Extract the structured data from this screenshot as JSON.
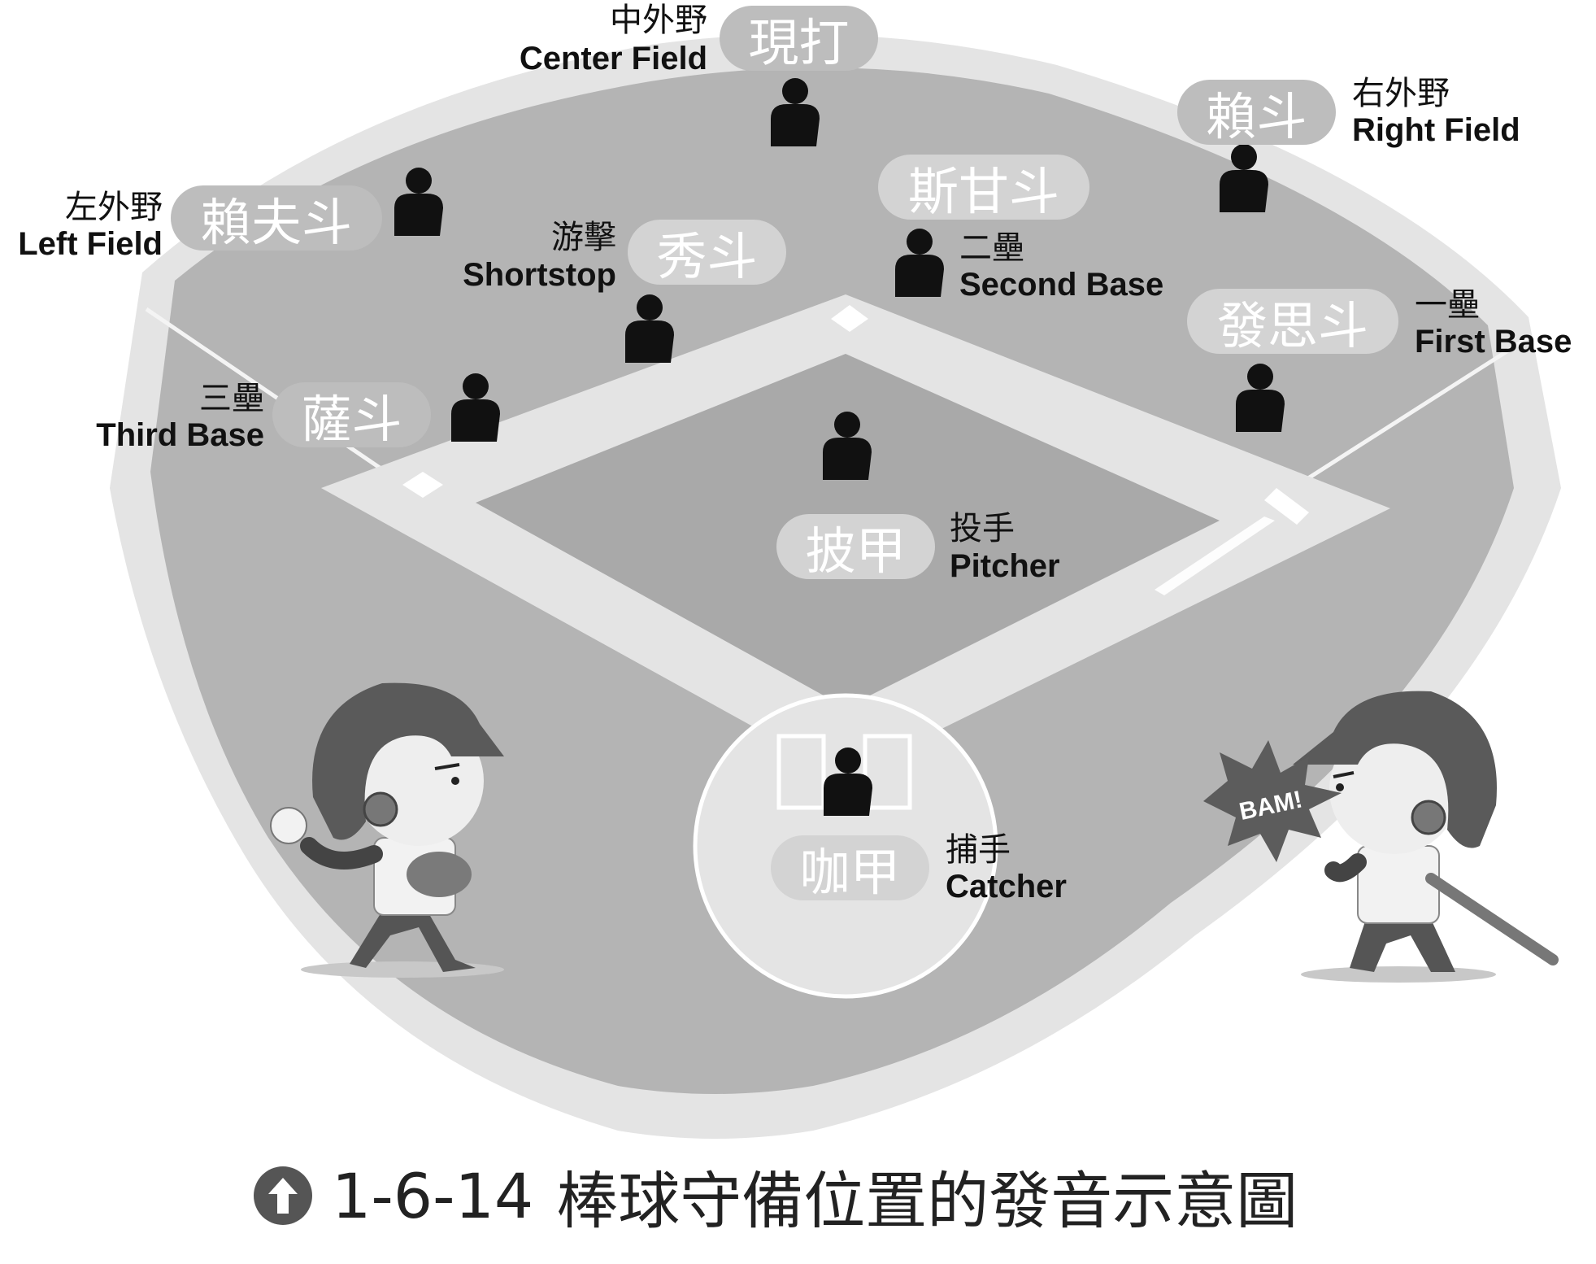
{
  "positions": {
    "center_field": {
      "cn": "中外野",
      "en": "Center Field",
      "pron": "現打"
    },
    "right_field": {
      "cn": "右外野",
      "en": "Right Field",
      "pron": "賴斗"
    },
    "left_field": {
      "cn": "左外野",
      "en": "Left Field",
      "pron": "賴夫斗"
    },
    "shortstop": {
      "cn": "游擊",
      "en": "Shortstop",
      "pron": "秀斗"
    },
    "second_base": {
      "cn": "二壘",
      "en": "Second Base",
      "pron": "斯甘斗"
    },
    "first_base": {
      "cn": "一壘",
      "en": "First Base",
      "pron": "發思斗"
    },
    "third_base": {
      "cn": "三壘",
      "en": "Third Base",
      "pron": "薩斗"
    },
    "pitcher": {
      "cn": "投手",
      "en": "Pitcher",
      "pron": "披甲"
    },
    "catcher": {
      "cn": "捕手",
      "en": "Catcher",
      "pron": "咖甲"
    }
  },
  "burst_text": "BAM!",
  "caption": {
    "icon": "up-arrow-circle-icon",
    "number": "1-6-14",
    "text": "棒球守備位置的發音示意圖"
  },
  "colors": {
    "field": "#b4b4b4",
    "infield": "#a9a9a9",
    "baseline": "#e4e4e4",
    "warning_track": "#e4e4e4",
    "pill": "#bdbdbd",
    "player": "#111111"
  }
}
